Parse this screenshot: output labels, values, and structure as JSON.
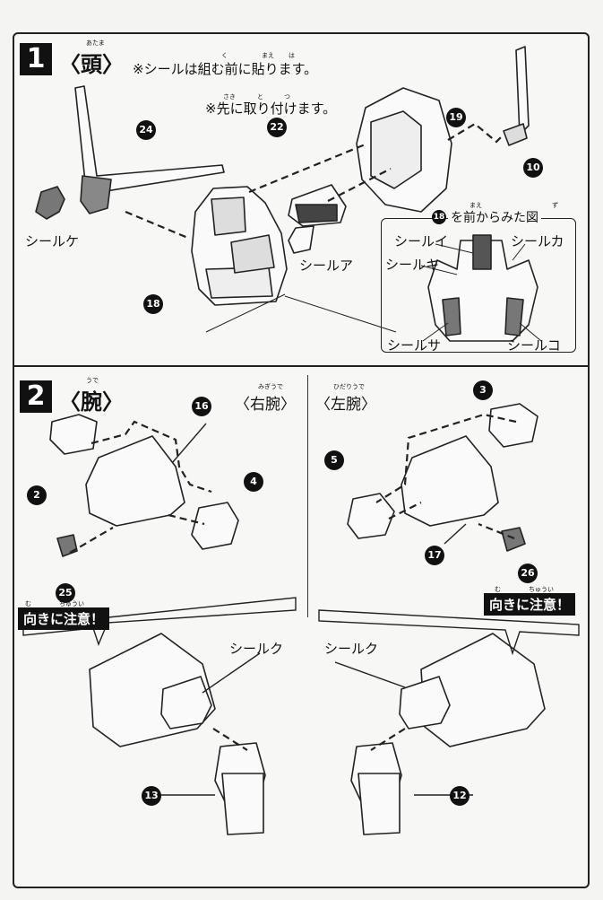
{
  "step1": {
    "number": "1",
    "title": "〈頭〉",
    "title_ruby": "あたま",
    "note": "※シールは組む前に貼ります。",
    "note_ruby_1": "く",
    "note_ruby_2": "まえ",
    "note_ruby_3": "は",
    "note2": "※先に取り付けます。",
    "note2_ruby_1": "さき",
    "note2_ruby_2": "と",
    "note2_ruby_3": "つ",
    "parts": {
      "p24": "24",
      "p19": "19",
      "p22": "22",
      "p10": "10",
      "p18": "18"
    },
    "labels": {
      "seal_ke": "シールケ",
      "seal_a": "シールア"
    },
    "inset": {
      "title_num": "18",
      "title": "を前からみた図",
      "ruby_1": "まえ",
      "ruby_2": "ず",
      "seal_i": "シールイ",
      "seal_ka": "シールカ",
      "seal_ki": "シールキ",
      "seal_sa": "シールサ",
      "seal_ko": "シールコ"
    }
  },
  "step2": {
    "number": "2",
    "title": "〈腕〉",
    "title_ruby": "うで",
    "right_arm": "〈右腕〉",
    "right_arm_ruby": "みぎうで",
    "left_arm": "〈左腕〉",
    "left_arm_ruby": "ひだりうで",
    "parts": {
      "p16": "16",
      "p4": "4",
      "p2": "2",
      "p25": "25",
      "p3": "3",
      "p5": "5",
      "p17": "17",
      "p26": "26",
      "p13": "13",
      "p12": "12"
    },
    "warning": "向きに注意！",
    "warning_ruby_1": "む",
    "warning_ruby_2": "ちゅうい",
    "seal_ku": "シールク"
  }
}
